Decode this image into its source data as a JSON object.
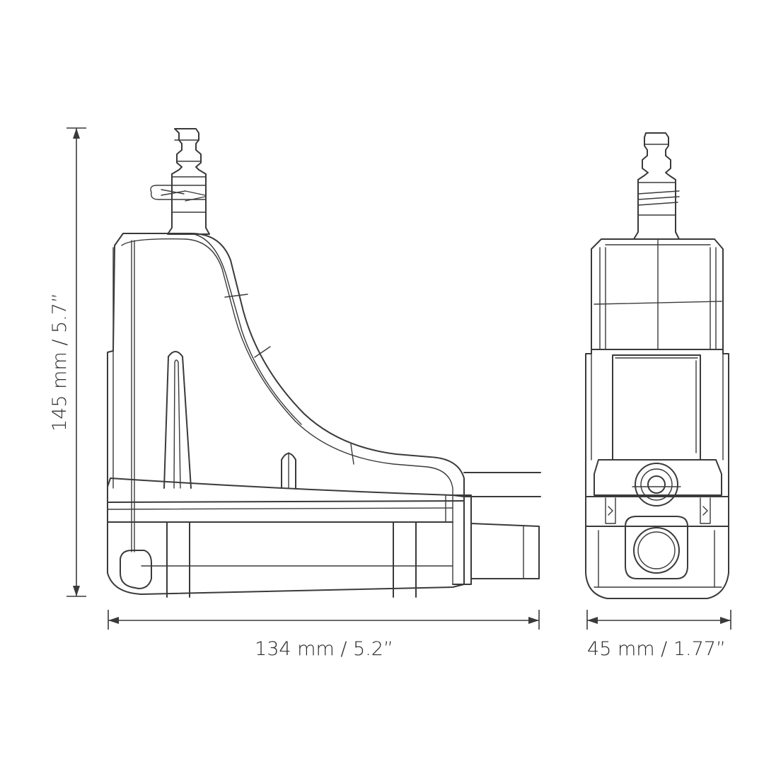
{
  "dimensions": {
    "height_label": "145 mm / 5.7”",
    "width_label": "134 mm / 5.2”",
    "depth_label": "45 mm / 1.77”"
  },
  "colors": {
    "line": "#3a3a3a",
    "background": "#ffffff"
  }
}
